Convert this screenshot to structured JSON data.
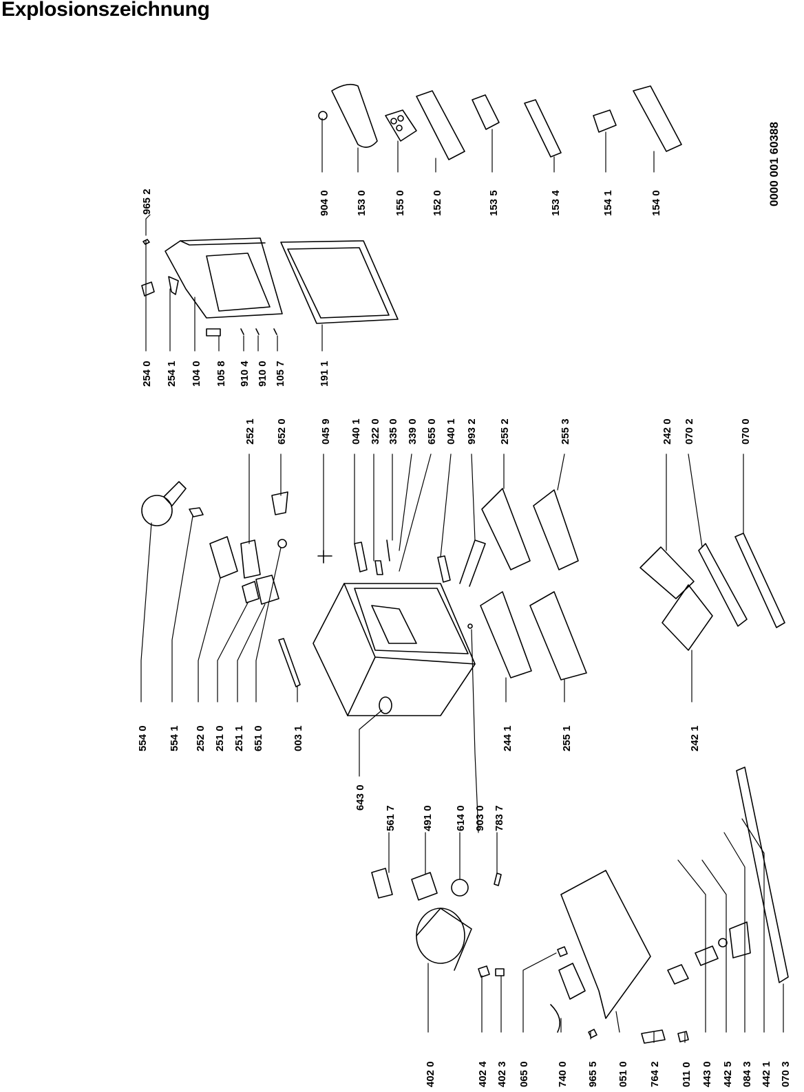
{
  "title": "Explosionszeichnung",
  "document_number": "0000 001 60388",
  "parts": [
    "965 2",
    "254 0",
    "254 1",
    "104 0",
    "105 8",
    "910 4",
    "910 0",
    "105 7",
    "191 1",
    "904 0",
    "153 0",
    "155 0",
    "152 0",
    "153 5",
    "153 4",
    "154 1",
    "154 0",
    "554 0",
    "554 1",
    "252 0",
    "251 0",
    "251 1",
    "651 0",
    "003 1",
    "252 1",
    "652 0",
    "045 9",
    "040 1",
    "322 0",
    "335 0",
    "339 0",
    "655 0",
    "040 1",
    "993 2",
    "255 2",
    "255 3",
    "643 0",
    "244 1",
    "255 1",
    "242 0",
    "070 2",
    "070 0",
    "242 1",
    "561 7",
    "491 0",
    "614 0",
    "903 0",
    "783 7",
    "402 0",
    "402 4",
    "402 3",
    "065 0",
    "740 0",
    "965 5",
    "051 0",
    "764 2",
    "011 0",
    "443 0",
    "442 5",
    "084 3",
    "442 1",
    "070 3"
  ]
}
